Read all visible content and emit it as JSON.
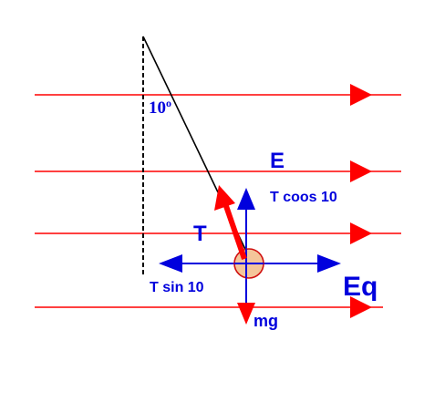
{
  "labels": {
    "angle": "10",
    "angle_unit": "o",
    "field": "E",
    "t_cos": "T coos 10",
    "tension": "T",
    "t_sin": "T sin 10",
    "electric_force": "Eq",
    "gravity": "mg"
  },
  "colors": {
    "field_line": "#ff0000",
    "force_arrow": "#0000dd",
    "label_blue": "#0000dd",
    "tension_arrow": "#ff0000",
    "bob_fill": "#f4c59a",
    "bob_stroke": "#d01010",
    "string": "#000000",
    "vertical_dashed": "#000000"
  }
}
